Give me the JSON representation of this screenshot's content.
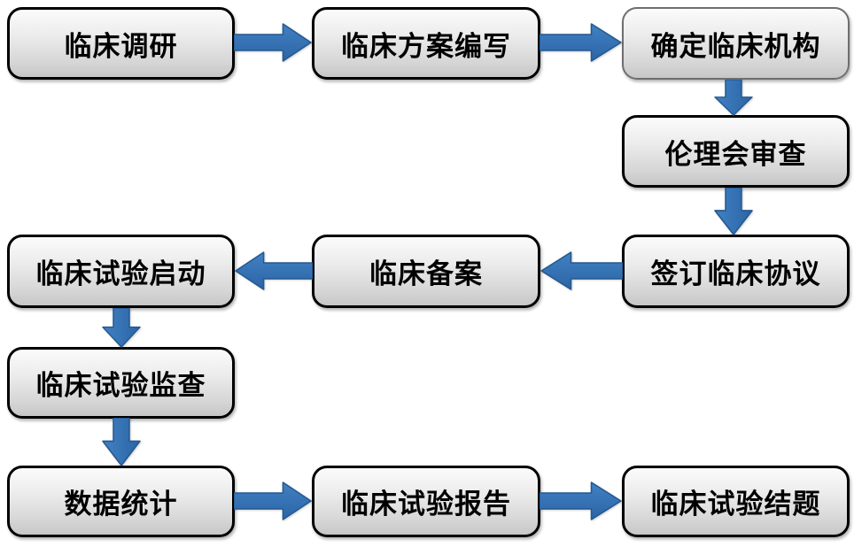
{
  "diagram": {
    "type": "flowchart",
    "background": "#ffffff"
  },
  "colors": {
    "arrow_fill_top": "#4181c3",
    "arrow_fill_bottom": "#2b64a5",
    "arrow_stroke": "#24588f",
    "box_border": "#000000",
    "box_border_alt": "#6e6e6e",
    "box_fill_top": "#fbfbfb",
    "box_fill_bottom": "#c7c7c7",
    "text": "#000000"
  },
  "nodes": [
    {
      "id": "clinical-research",
      "label": "临床调研"
    },
    {
      "id": "protocol-writing",
      "label": "临床方案编写"
    },
    {
      "id": "confirm-institution",
      "label": "确定临床机构"
    },
    {
      "id": "ethics-review",
      "label": "伦理会审查"
    },
    {
      "id": "sign-agreement",
      "label": "签订临床协议"
    },
    {
      "id": "clinical-filing",
      "label": "临床备案"
    },
    {
      "id": "trial-launch",
      "label": "临床试验启动"
    },
    {
      "id": "trial-monitoring",
      "label": "临床试验监查"
    },
    {
      "id": "data-statistics",
      "label": "数据统计"
    },
    {
      "id": "trial-report",
      "label": "临床试验报告"
    },
    {
      "id": "trial-conclusion",
      "label": "临床试验结题"
    }
  ],
  "edges": [
    {
      "from": "clinical-research",
      "to": "protocol-writing",
      "direction": "right"
    },
    {
      "from": "protocol-writing",
      "to": "confirm-institution",
      "direction": "right"
    },
    {
      "from": "confirm-institution",
      "to": "ethics-review",
      "direction": "down"
    },
    {
      "from": "ethics-review",
      "to": "sign-agreement",
      "direction": "down"
    },
    {
      "from": "sign-agreement",
      "to": "clinical-filing",
      "direction": "left"
    },
    {
      "from": "clinical-filing",
      "to": "trial-launch",
      "direction": "left"
    },
    {
      "from": "trial-launch",
      "to": "trial-monitoring",
      "direction": "down"
    },
    {
      "from": "trial-monitoring",
      "to": "data-statistics",
      "direction": "down"
    },
    {
      "from": "data-statistics",
      "to": "trial-report",
      "direction": "right"
    },
    {
      "from": "trial-report",
      "to": "trial-conclusion",
      "direction": "right"
    }
  ]
}
